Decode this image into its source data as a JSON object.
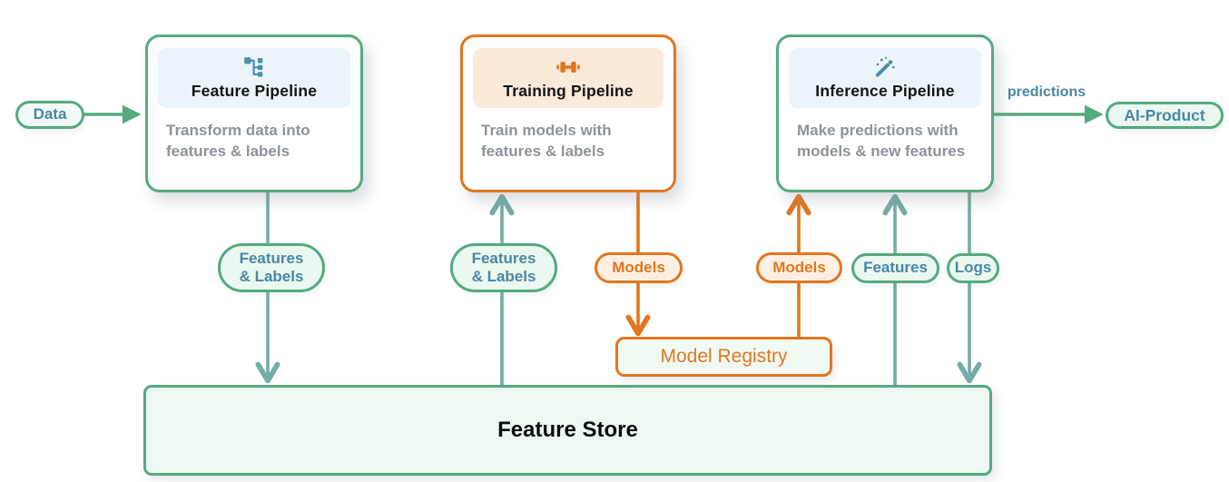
{
  "colors": {
    "green": "#55aa7f",
    "teal_line": "#74aca7",
    "orange": "#e2761e",
    "steel_blue_text": "#4a87a6",
    "gray_body_text": "#8d939a",
    "header_blue_bg": "#eaf4f9",
    "header_orange_bg": "#fbe9da",
    "mint_bg": "#ecf8f0",
    "orange_pill_bg": "#fdf0e3"
  },
  "pipelines": [
    {
      "title": "Feature Pipeline",
      "description": "Transform data into features & labels",
      "icon": "flow-tree-icon"
    },
    {
      "title": "Training Pipeline",
      "description": "Train models with features & labels",
      "icon": "dumbbell-icon"
    },
    {
      "title": "Inference Pipeline",
      "description": "Make predictions with models & new features",
      "icon": "magic-wand-icon"
    }
  ],
  "pills": {
    "data": "Data",
    "ai_product": "AI-Product",
    "features_labels_left": "Features & Labels",
    "features_labels_mid": "Features & Labels",
    "models_left": "Models",
    "models_right": "Models",
    "features": "Features",
    "logs": "Logs"
  },
  "edge_labels": {
    "predictions": "predictions"
  },
  "stores": {
    "model_registry": "Model Registry",
    "feature_store": "Feature Store"
  }
}
